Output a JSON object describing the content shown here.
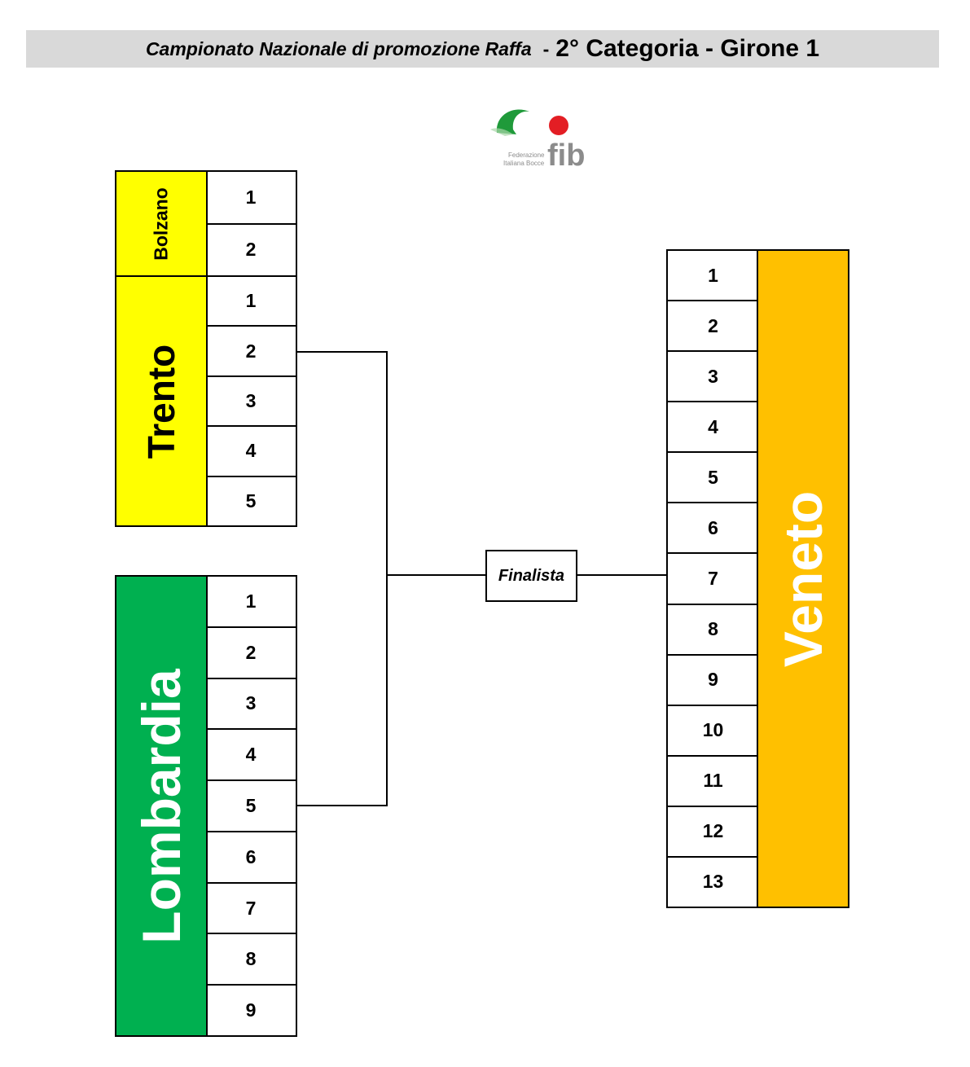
{
  "header": {
    "subtitle": "Campionato Nazionale di promozione Raffa",
    "separator": "-",
    "title": "2° Categoria - Girone 1"
  },
  "logo": {
    "text": "fib",
    "caption_line1": "Federazione",
    "caption_line2": "Italiana Bocce"
  },
  "colors": {
    "yellow": "#ffff00",
    "green": "#00b050",
    "gold": "#ffc000",
    "header_gray": "#d9d9d9",
    "logo_green": "#1f9a3a",
    "logo_red": "#e31e24",
    "logo_gray": "#8c8c8c"
  },
  "groups": {
    "bolzano": {
      "name": "Bolzano",
      "slots": [
        "1",
        "2"
      ]
    },
    "trento": {
      "name": "Trento",
      "slots": [
        "1",
        "2",
        "3",
        "4",
        "5"
      ]
    },
    "lombardia": {
      "name": "Lombardia",
      "slots": [
        "1",
        "2",
        "3",
        "4",
        "5",
        "6",
        "7",
        "8",
        "9"
      ]
    },
    "veneto": {
      "name": "Veneto",
      "slots": [
        "1",
        "2",
        "3",
        "4",
        "5",
        "6",
        "7",
        "8",
        "9",
        "10",
        "11",
        "12",
        "13"
      ]
    }
  },
  "bracket": {
    "finalist_label": "Finalista"
  }
}
